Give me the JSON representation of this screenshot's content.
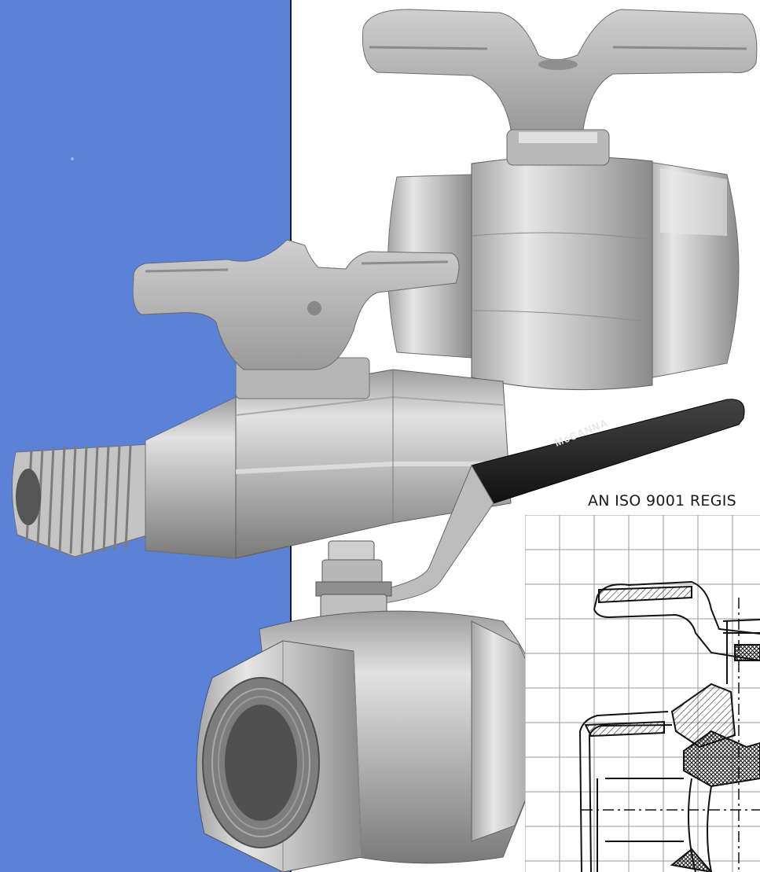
{
  "brochure": {
    "brand_on_handle": "McCANNA",
    "iso_caption": "AN ISO 9001 REGIS"
  },
  "colors": {
    "blue_panel": "#5b82d6",
    "metal_light": "#d3d3d3",
    "metal_mid": "#a9a9a9",
    "metal_dark": "#6c6c6c",
    "lever_black": "#222222",
    "grid_line": "#9a9a9a"
  },
  "images": {
    "blue-panel": "solid blue background strip on left third",
    "tee-handle-valve-top": "stainless ball valve with tee handle, female threaded ends",
    "tee-handle-valve-middle": "stainless ball valve with tee handle, male NPT threaded end",
    "lever-handle-valve": "stainless ball valve with black lever handle",
    "cross-section-drawing": "technical cutaway drawing of ball valve on grid"
  }
}
